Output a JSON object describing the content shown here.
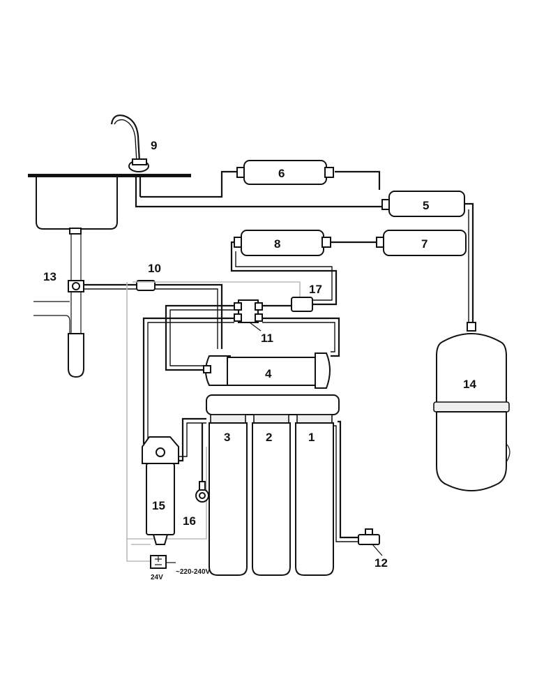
{
  "labels": {
    "faucet": "9",
    "filter_6": "6",
    "filter_5": "5",
    "filter_8": "8",
    "filter_7": "7",
    "drain_clamp": "13",
    "flow_restrictor": "10",
    "valve_17": "17",
    "shutoff_valve": "11",
    "membrane": "4",
    "tank": "14",
    "filter_3": "3",
    "filter_2": "2",
    "filter_1": "1",
    "pump": "15",
    "pressure_switch": "16",
    "inlet_valve": "12",
    "power_supply": "24V",
    "mains_voltage": "~220-240V"
  }
}
